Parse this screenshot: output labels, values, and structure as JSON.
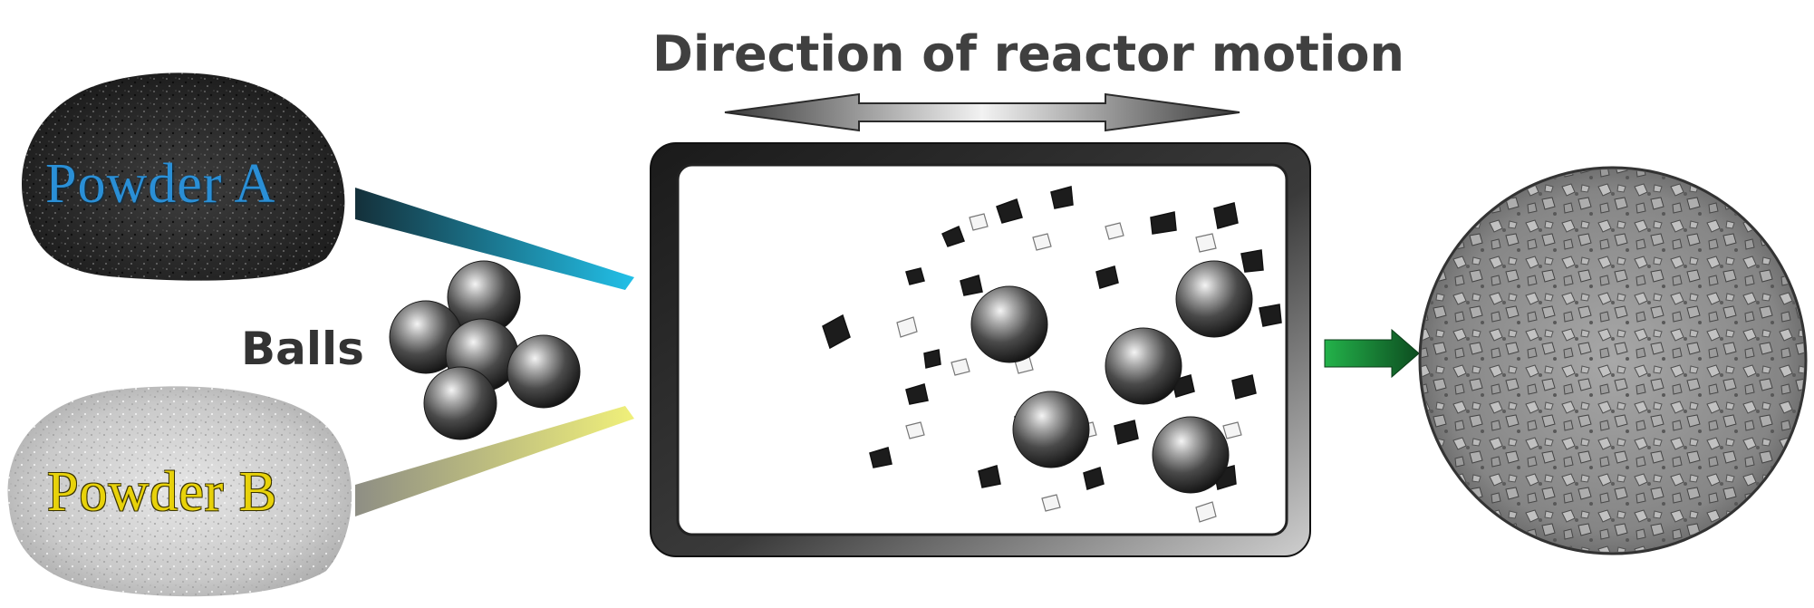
{
  "figure": {
    "title": "Direction of reactor motion",
    "powder_a_label": "Powder A",
    "powder_b_label": "Powder B",
    "balls_label": "Balls"
  },
  "colors": {
    "powder_a_text": "#2a8fd6",
    "powder_b_text": "#e8d20a",
    "arrow_a": "#1fb3d6",
    "arrow_b": "#d8d86a",
    "output_arrow": "#1e8c3c",
    "reactor_border": "#333333"
  },
  "icons": [
    "double-headed-arrow-icon",
    "steel-ball-icon",
    "powder-pile-image",
    "sem-micrograph-image"
  ]
}
